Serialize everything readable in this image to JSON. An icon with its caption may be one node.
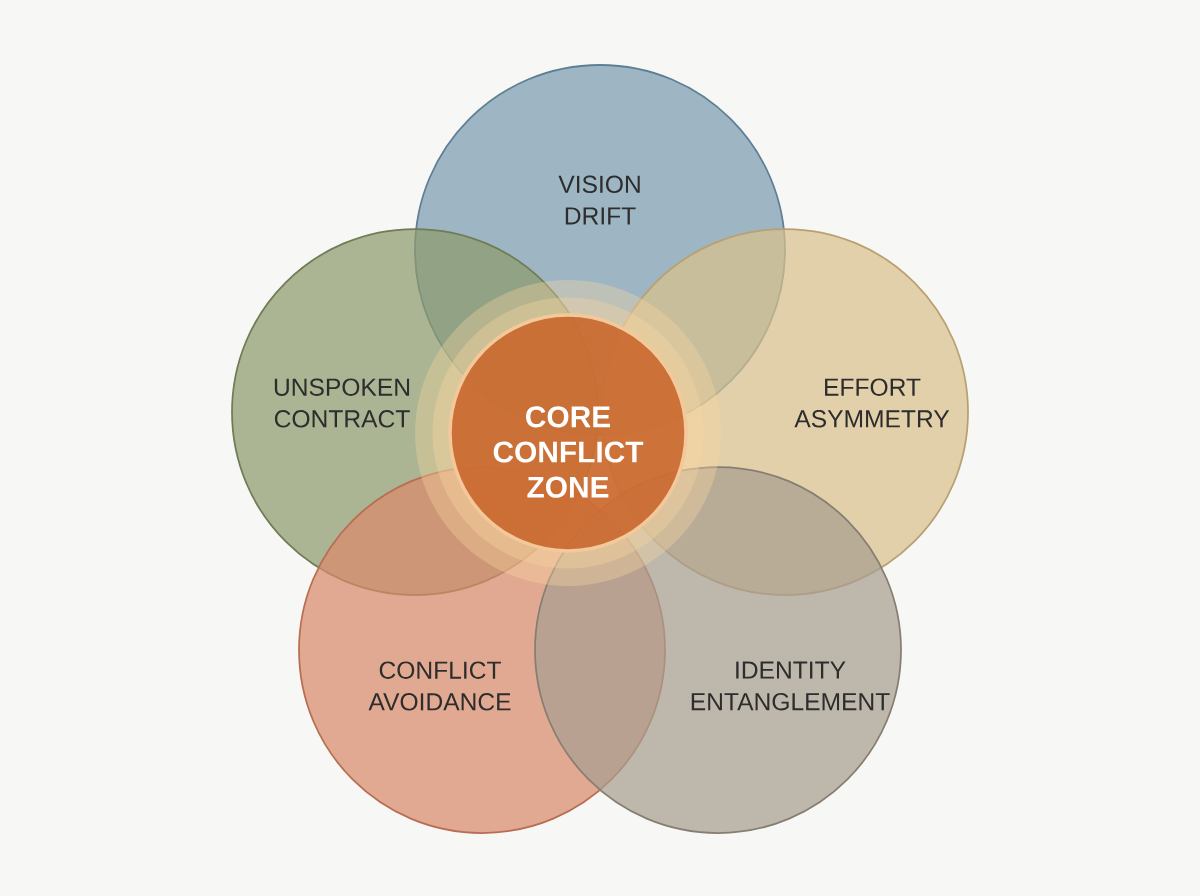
{
  "diagram": {
    "nodes": [
      {
        "text": [
          "VISION DRIFT"
        ]
      },
      {
        "text": [
          "UNSPOKEN CONTRACT"
        ]
      },
      {
        "text": [
          "CORE CONFLICT ZONE"
        ]
      },
      {
        "text": [
          "EFFORT ASYMMETRY"
        ]
      },
      {
        "text": [
          "CONFLICT AVOIDANCE"
        ]
      },
      {
        "text": [
          "IDENTITY ENTANGLEMENT"
        ]
      }
    ]
  }
}
